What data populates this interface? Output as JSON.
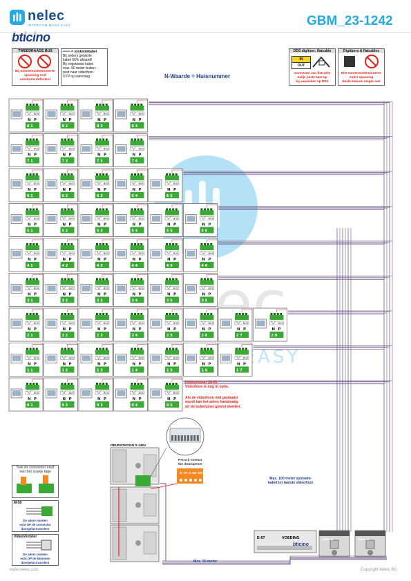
{
  "header": {
    "brand_name": "nelec",
    "brand_tagline": "INTERCOM MADE EASY",
    "brand2_name": "bticino",
    "doc_code": "GBM_23-1242",
    "subtitle": "N-Waarde = Huisnummer"
  },
  "warning_boxes": {
    "bus_title": "TWEEDRAADS BUS",
    "bus_warning": [
      "Bij monteren/demonteren",
      "spanning eraf",
      "voorkomt defecten!"
    ],
    "cable_title": "═══ = systeemkabel",
    "cable_lines": [
      "Bij anders getwiste",
      "kabel 66% afstand!",
      "Bij ongetwiste kabel",
      "max. 50 meter buiten-",
      "post naar videofoon.",
      "UTP op aanvraag"
    ],
    "flatcable_title": "DDS digitizer: flatcable",
    "flatcable_in": "IN",
    "flatcable_out": "OUT",
    "flatcable_lines": [
      "Connector van flatcable",
      "nokje juiste kant op",
      "bij aansluiten op DDS"
    ],
    "digitizer_title": "Digitizers & flatcables",
    "digitizer_lines": [
      "Niet monteren/demonteren",
      "onder spanning",
      "Beide kleuren mogen wel"
    ]
  },
  "units": {
    "terminal_label": "N",
    "terminal_label2": "P",
    "bus_label": "BUS",
    "rows": [
      {
        "count": 4,
        "numbers": [
          "81",
          "82",
          "83",
          "84"
        ]
      },
      {
        "count": 4,
        "numbers": [
          "71",
          "72",
          "73",
          "74"
        ]
      },
      {
        "count": 5,
        "numbers": [
          "61",
          "62",
          "63",
          "64",
          "65"
        ]
      },
      {
        "count": 6,
        "numbers": [
          "51",
          "52",
          "53",
          "54",
          "55",
          "56"
        ]
      },
      {
        "count": 6,
        "numbers": [
          "41",
          "42",
          "43",
          "44",
          "45",
          "46"
        ]
      },
      {
        "count": 6,
        "numbers": [
          "31",
          "32",
          "33",
          "34",
          "35",
          "36"
        ]
      },
      {
        "count": 8,
        "numbers": [
          "21",
          "22",
          "23",
          "24",
          "25",
          "26",
          "27",
          "28"
        ]
      },
      {
        "count": 7,
        "numbers": [
          "11",
          "12",
          "13",
          "14",
          "15",
          "16",
          "17"
        ]
      },
      {
        "count": 5,
        "numbers": [
          "01",
          "02",
          "03",
          "04",
          "05"
        ]
      }
    ]
  },
  "annotations": {
    "huisnummer_note": [
      "Huisnummer 28-05",
      "Videofoon is nog in optie."
    ],
    "manual_note": [
      "Als de videofoon niet geplaatst",
      "wordt kan het adres handmatig",
      "uit de buitenpost gewist worden."
    ],
    "max100": [
      "Max. 100 meter systeem-",
      "kabel tot laatste videofoon"
    ],
    "max50": "Max. 50 meter"
  },
  "door_station": {
    "title": "DEURSTATION S-140V",
    "contact_lines": [
      "Pot.vrij contact",
      "tbv deuropener"
    ],
    "contact_terminals": "S- S+ C NC NO"
  },
  "power": {
    "label": "E-67",
    "name": "VOEDING",
    "brand": "bticino",
    "model1": "3468 41",
    "model2": "3468 41"
  },
  "left_notes": {
    "connector_title": [
      "Trek de connector eruit",
      "met het oranje lipje"
    ],
    "m50_title": "M-50",
    "m50_lines": [
      "De aders moeten",
      "echt OP de connector",
      "doorgelust worden!"
    ],
    "verdeler_title": "VideoVerdeler",
    "verdeler_lines": [
      "De aders moeten",
      "echt OP de klemmen",
      "doorgelust worden!"
    ]
  },
  "footer": {
    "left": "www.nelec.com",
    "right": "Copyright Nelec BV"
  },
  "colors": {
    "accent": "#27aae1",
    "brand_red": "#e2231a",
    "terminal_green": "#3aa935",
    "wire_gray": "#7a7a7a",
    "wire_purple": "#6a3d9a",
    "wire_red": "#d9232d",
    "orange": "#f58a25"
  }
}
